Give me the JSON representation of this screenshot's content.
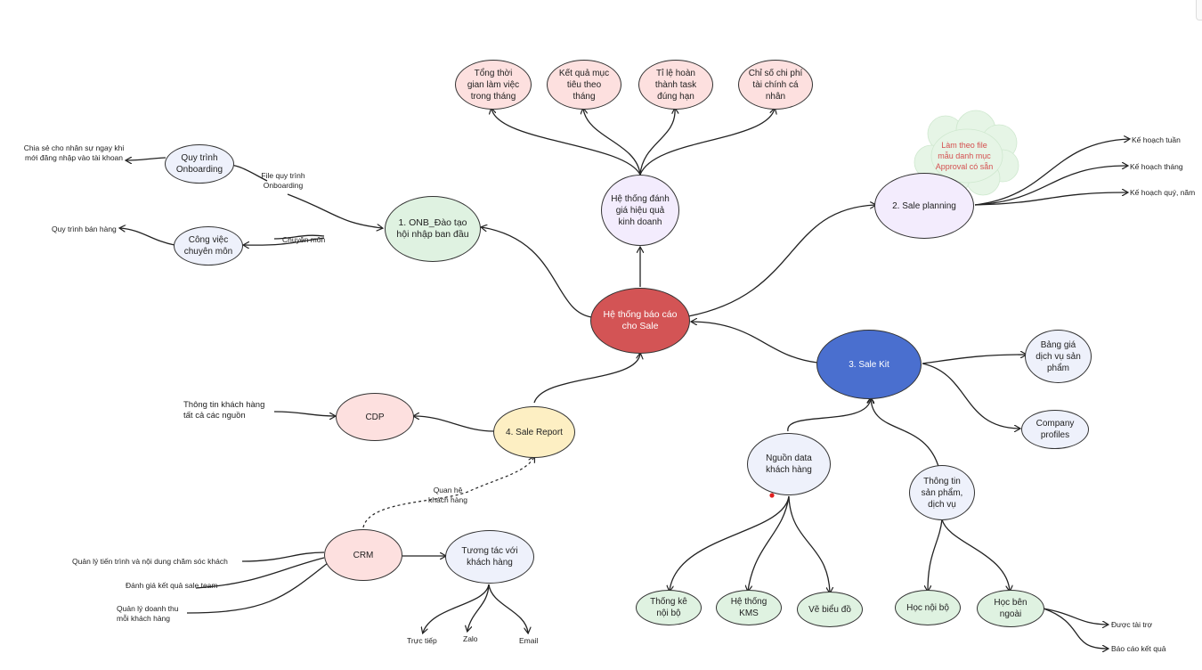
{
  "nodes": {
    "center": "Hệ thống báo cáo cho Sale",
    "onb": "1. ONB_Đào tạo hội nhập ban đầu",
    "sale_planning": "2. Sale planning",
    "sale_kit": "3. Sale Kit",
    "sale_report": "4. Sale Report",
    "kpi_system": "Hệ thống đánh giá hiệu quả kinh doanh",
    "kpi_1": "Tổng thời gian làm việc trong tháng",
    "kpi_2": "Kết quả mục tiêu theo tháng",
    "kpi_3": "Tỉ lệ hoàn thành task đúng hạn",
    "kpi_4": "Chỉ số chi phí tài chính cá nhân",
    "onboarding_process": "Quy trình Onboarding",
    "professional_work": "Công việc chuyên môn",
    "cdp": "CDP",
    "crm": "CRM",
    "customer_interaction": "Tương tác với khách hàng",
    "customer_data_source": "Nguồn data khách hàng",
    "product_info": "Thông tin sản phẩm, dịch vụ",
    "price_list": "Bảng giá dịch vụ sản phẩm",
    "company_profiles": "Company profiles",
    "internal_stats": "Thống kê nội bộ",
    "kms_system": "Hệ thống KMS",
    "charting": "Vẽ biểu đồ",
    "internal_learning": "Học nội bộ",
    "external_learning": "Học bên ngoài"
  },
  "labels": {
    "share_with_staff": "Chia sẻ cho nhân sự ngay khi\nmới đăng nhập vào tài khoan",
    "onboarding_file": "File quy trình\nOnboarding",
    "sales_process": "Quy trình bán hàng",
    "specialty": "Chuyên môn",
    "weekly_plan": "Kế hoạch tuần",
    "monthly_plan": "Kế hoạch tháng",
    "quarter_year_plan": "Kế hoạch quý, năm",
    "cloud_note": "Làm theo file\nmẫu danh mục\nApproval có sẵn",
    "customer_info_all_sources": "Thông tin khách hàng\ntất cả các nguồn",
    "customer_relations": "Quan hệ\nkhách hàng",
    "manage_care_progress": "Quản lý tiến trình và nội dung chăm sóc khách",
    "evaluate_team": "Đánh giá kết quả sale team",
    "manage_revenue": "Quản lý doanh thu\nmỗi khách hàng",
    "direct": "Trực tiếp",
    "zalo": "Zalo",
    "email": "Email",
    "funded": "Được tài trợ",
    "report_results": "Báo cáo kết quả"
  },
  "colors": {
    "center": "#d35455",
    "sale_kit": "#4a6fcf",
    "pink": "#fde0df",
    "green": "#dff2e1",
    "light_blue": "#eef1fb",
    "lavender": "#f3ecfd",
    "yellow": "#fdefc3",
    "cloud": "#e6f5e6",
    "cloud_text": "#d45050",
    "line": "#222222"
  }
}
